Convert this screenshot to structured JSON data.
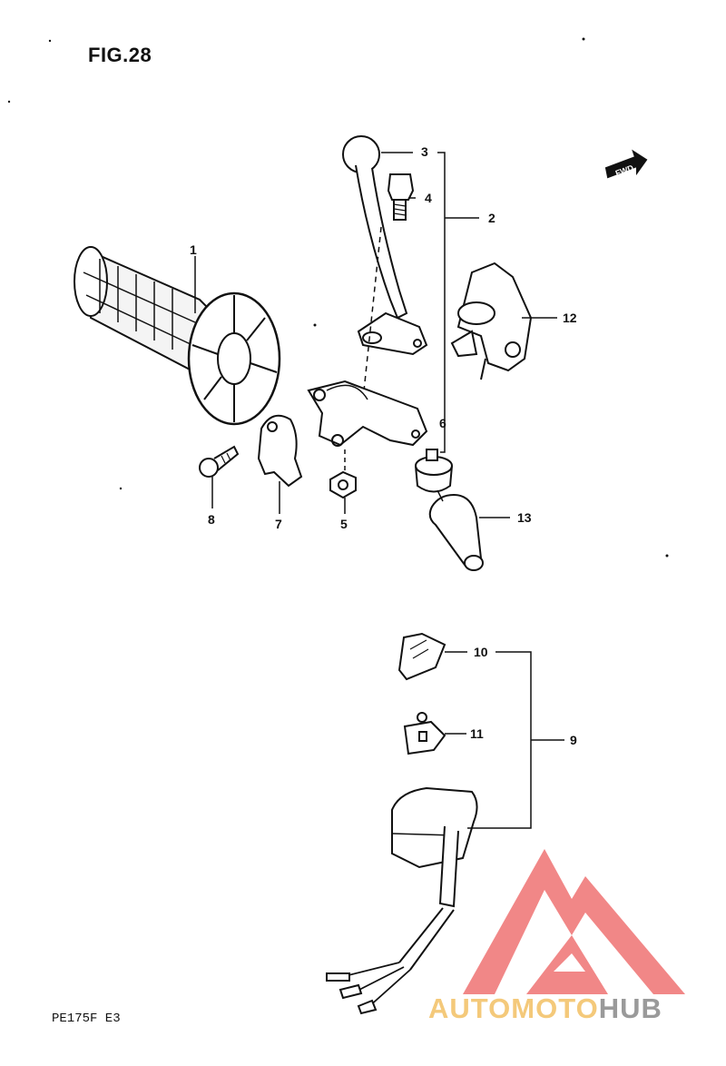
{
  "figure": {
    "title": "FIG.28",
    "model": "PE175F E3",
    "fwd_label": "FWD"
  },
  "parts": [
    {
      "id": "1",
      "label": "1"
    },
    {
      "id": "2",
      "label": "2"
    },
    {
      "id": "3",
      "label": "3"
    },
    {
      "id": "4",
      "label": "4"
    },
    {
      "id": "5",
      "label": "5"
    },
    {
      "id": "6",
      "label": "6"
    },
    {
      "id": "7",
      "label": "7"
    },
    {
      "id": "8",
      "label": "8"
    },
    {
      "id": "9",
      "label": "9"
    },
    {
      "id": "10",
      "label": "10"
    },
    {
      "id": "11",
      "label": "11"
    },
    {
      "id": "12",
      "label": "12"
    },
    {
      "id": "13",
      "label": "13"
    }
  ],
  "watermark": {
    "text_part1": "AUTOMOTO",
    "text_part2": "HUB",
    "color_primary": "#f07a7a",
    "color_secondary": "#f4c97a",
    "color_grey": "#9a9a9a"
  }
}
